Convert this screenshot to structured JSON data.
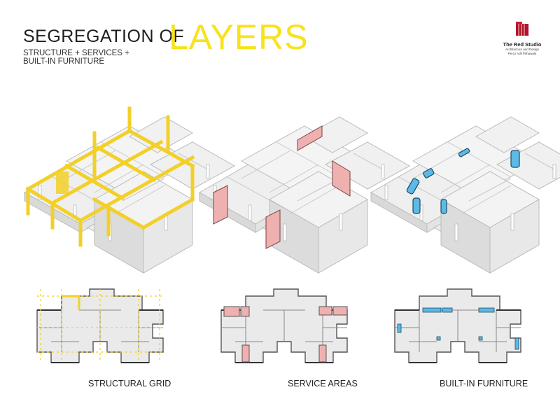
{
  "header": {
    "title_prefix": "SEGREGATION OF",
    "title_accent": "LAYERS",
    "subtitle": "STRUCTURE + SERVICES +\nBUILT-IN FURNITURE"
  },
  "logo": {
    "name": "The Red Studio",
    "line1": "Architecture and Design",
    "line2": "Percy Adil Pithawala"
  },
  "captions": {
    "structural": "STRUCTURAL GRID",
    "services": "SERVICE AREAS",
    "furniture": "BUILT-IN FURNITURE"
  },
  "colors": {
    "structure": "#f2d027",
    "services": "#efb0b0",
    "furniture": "#5db9e6",
    "walls": "#4a4a4a",
    "floor": "#e6e6e6"
  }
}
